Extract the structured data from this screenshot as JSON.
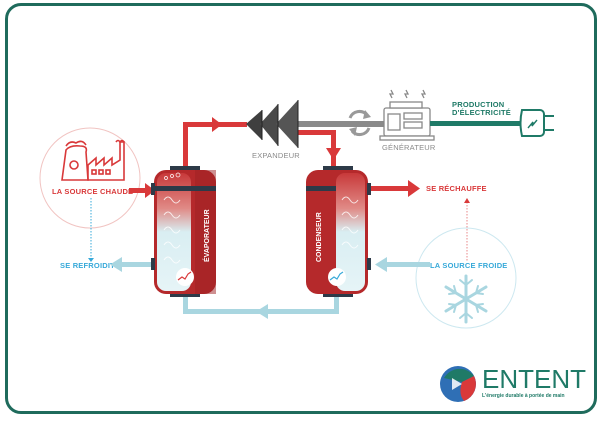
{
  "diagram": {
    "title": "Cycle organique de Rankine",
    "labels": {
      "hot_source": "LA SOURCE CHAUDE",
      "cold_source": "LA SOURCE FROIDE",
      "cools": "SE REFROIDIT",
      "heats": "SE RÉCHAUFFE",
      "expander": "EXPANDEUR",
      "generator": "GÉNÉRATEUR",
      "production_line1": "PRODUCTION",
      "production_line2": "D'ÉLECTRICITÉ",
      "evaporator": "ÉVAPORATEUR",
      "condenser": "CONDENSEUR"
    },
    "icons": {
      "hot_source": "factory-nuclear-plant-icon",
      "cold_source": "snowflake-icon",
      "generator": "generator-icon",
      "plug": "electric-plug-icon",
      "rotation": "rotation-arrows-icon",
      "expander": "turbine-icon"
    },
    "colors": {
      "hot": "#d9393a",
      "cold": "#a9d6e0",
      "teal": "#1f7a67",
      "tank": "#b5292b",
      "frame": "#1f6b5c",
      "shaft": "#8a8a8a"
    }
  },
  "logo": {
    "name": "ENTENT",
    "tagline": "L'énergie durable à portée de main"
  }
}
